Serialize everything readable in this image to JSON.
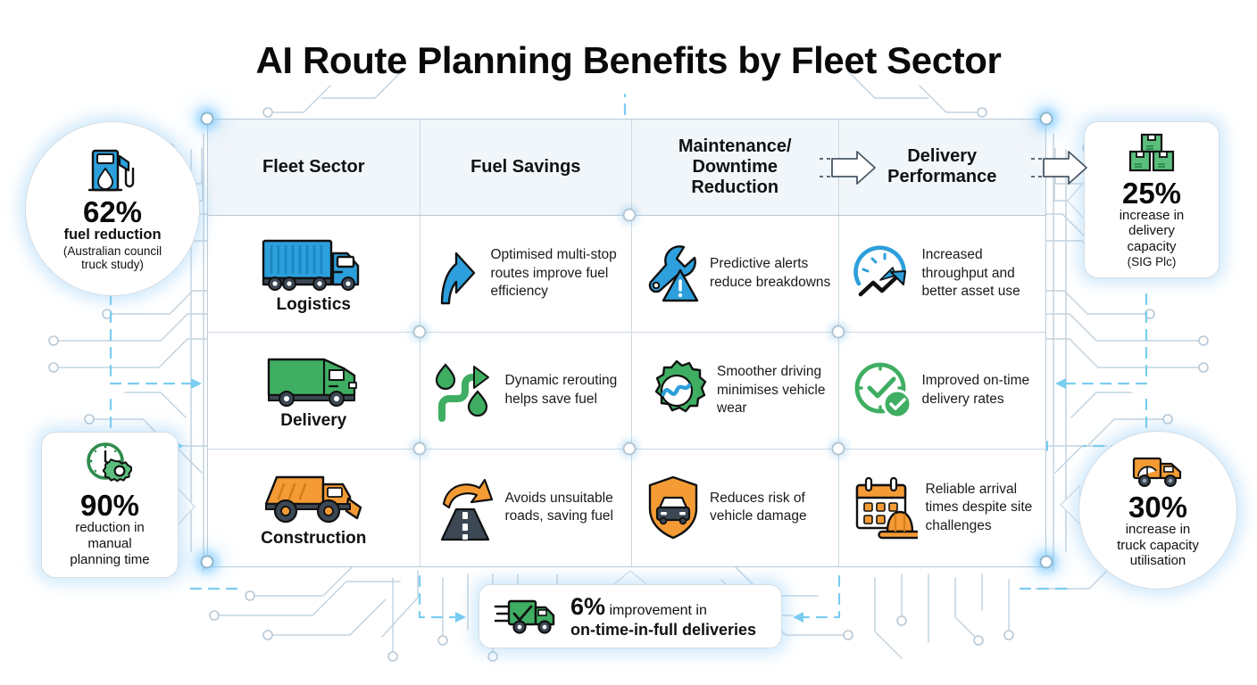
{
  "title": "AI Route Planning Benefits by Fleet Sector",
  "table": {
    "headers": [
      {
        "label": "Fleet Sector"
      },
      {
        "label": "Fuel Savings"
      },
      {
        "label": "Maintenance/\nDowntime\nReduction"
      },
      {
        "label": "Delivery\nPerformance"
      }
    ],
    "rows": [
      {
        "sector": "Logistics",
        "sector_icon": "semi-truck-icon",
        "sector_color": "#2C9FDC",
        "cells": [
          {
            "icon": "upward-curved-arrow-icon",
            "color": "#2C9FDC",
            "text": "Optimised multi-stop routes improve fuel efficiency"
          },
          {
            "icon": "wrench-warning-icon",
            "color": "#2C9FDC",
            "text": "Predictive alerts reduce breakdowns"
          },
          {
            "icon": "gauge-trend-up-icon",
            "color": "#2C9FDC",
            "text": "Increased throughput and better asset use"
          }
        ]
      },
      {
        "sector": "Delivery",
        "sector_icon": "delivery-van-icon",
        "sector_color": "#3FAE62",
        "cells": [
          {
            "icon": "winding-route-droplet-icon",
            "color": "#3FAE62",
            "text": "Dynamic rerouting helps save fuel"
          },
          {
            "icon": "gear-wave-icon",
            "color": "#3FAE62",
            "text": "Smoother driving minimises vehicle wear"
          },
          {
            "icon": "clock-check-icon",
            "color": "#3FAE62",
            "text": "Improved on-time delivery rates"
          }
        ]
      },
      {
        "sector": "Construction",
        "sector_icon": "dump-truck-icon",
        "sector_color": "#F59B35",
        "cells": [
          {
            "icon": "road-detour-arrow-icon",
            "color": "#F59B35",
            "text": "Avoids unsuitable roads, saving fuel"
          },
          {
            "icon": "shield-car-icon",
            "color": "#F59B35",
            "text": "Reduces risk of vehicle damage"
          },
          {
            "icon": "calendar-hardhat-icon",
            "color": "#F59B35",
            "text": "Reliable arrival times despite site challenges"
          }
        ]
      }
    ]
  },
  "callouts": {
    "top_left": {
      "icon": "fuel-pump-icon",
      "value": "62%",
      "line1": "fuel reduction",
      "line2": "(Australian council",
      "line3": "truck study)"
    },
    "bottom_left": {
      "icon": "clock-gear-icon",
      "value": "90%",
      "line1": "reduction in",
      "line2": "manual",
      "line3": "planning time"
    },
    "top_right": {
      "icon": "stacked-boxes-icon",
      "value": "25%",
      "line1": "increase in",
      "line2": "delivery",
      "line3": "capacity",
      "line4": "(SIG Plc)"
    },
    "bottom_right": {
      "icon": "orange-truck-icon",
      "value": "30%",
      "line1": "increase in",
      "line2": "truck capacity",
      "line3": "utilisation"
    },
    "bottom_center": {
      "icon": "green-delivery-truck-check-icon",
      "value": "6%",
      "line1_rest": " improvement in",
      "line2": "on-time-in-full deliveries"
    }
  },
  "colors": {
    "blue": "#2C9FDC",
    "green": "#3FAE62",
    "orange": "#F59B35",
    "header_bg": "#F1F6FA",
    "border": "#B9C9D6",
    "glow": "#8FD4FF",
    "dark": "#3C4854"
  }
}
